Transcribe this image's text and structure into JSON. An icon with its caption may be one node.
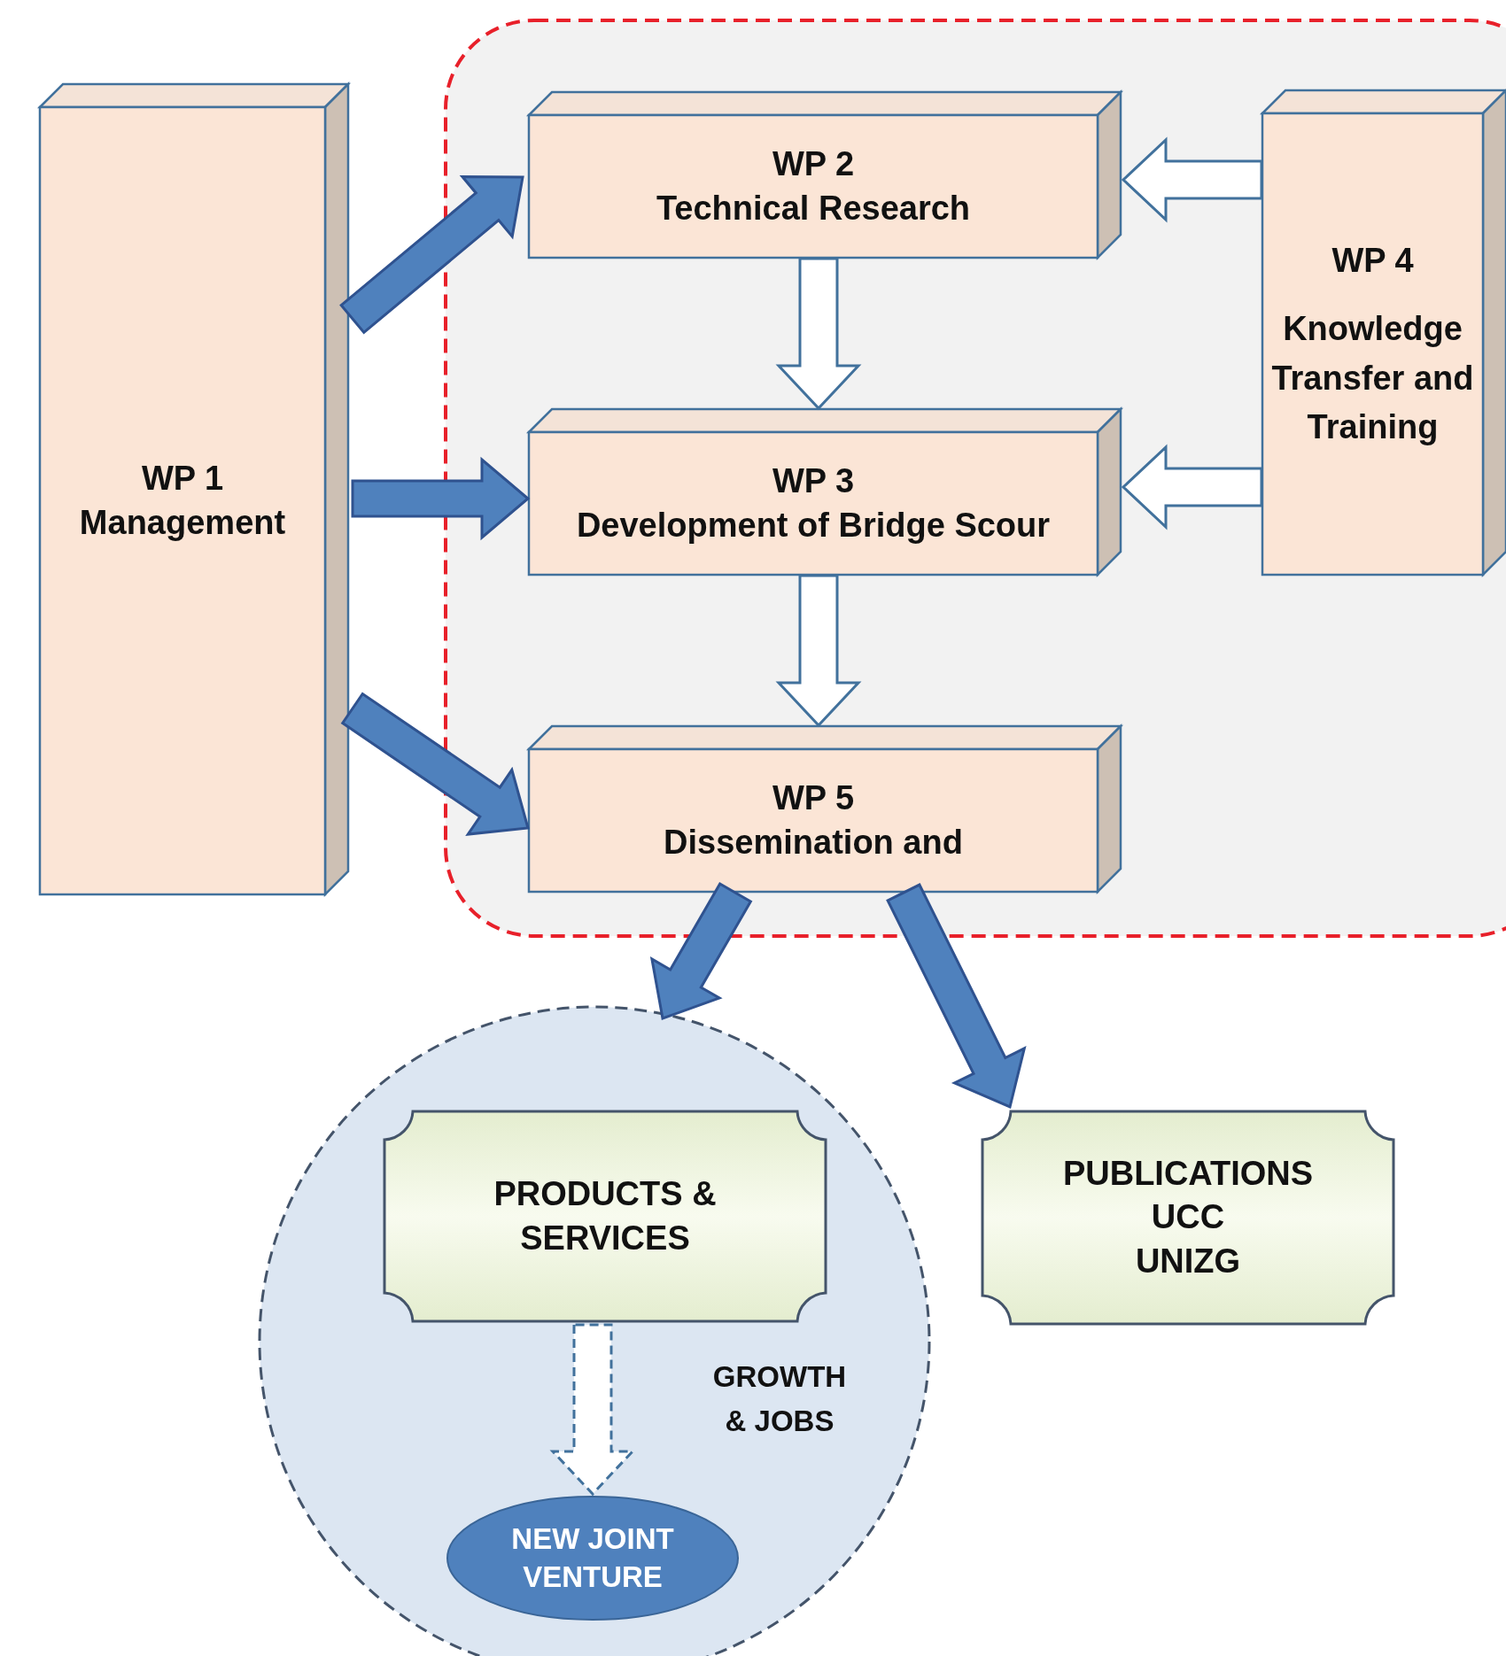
{
  "diagram": {
    "nodes": [
      {
        "text": [
          "WP 1",
          "Management"
        ]
      },
      {
        "text": [],
        "shape": "box"
      },
      {
        "text": [
          "WP 2",
          "Technical Research"
        ],
        "in": 1
      },
      {
        "text": [
          "WP 4",
          "Knowledge Transfer and Training"
        ],
        "in": 1
      },
      {
        "text": [
          "WP 3",
          "Development of Bridge Scour"
        ],
        "in": 1
      },
      {
        "text": [
          "WP 5",
          "Dissemination and"
        ],
        "in": 1
      },
      {
        "text": [],
        "shape": "circle"
      },
      {
        "text": [
          "PRODUCTS & SERVICES"
        ],
        "in": 6
      },
      {
        "text": [
          "PUBLICATIONS",
          "UCC",
          "UNIZG"
        ]
      },
      {
        "text": [
          "NEW JOINT VENTURE"
        ],
        "in": 6
      }
    ],
    "edges": [
      {
        "from": 0,
        "to": 2,
        "arrow": "to",
        "color": "#4f81bd"
      },
      {
        "from": 0,
        "to": 4,
        "arrow": "to",
        "color": "#4f81bd"
      },
      {
        "from": 0,
        "to": 5,
        "arrow": "to",
        "color": "#4f81bd"
      },
      {
        "from": 3,
        "to": 2,
        "arrow": "to"
      },
      {
        "from": 2,
        "to": 4,
        "arrow": "to"
      },
      {
        "from": 3,
        "to": 4,
        "arrow": "to"
      },
      {
        "from": 4,
        "to": 5,
        "arrow": "to"
      },
      {
        "from": 5,
        "to": 6,
        "arrow": "to",
        "color": "#4f81bd"
      },
      {
        "from": 5,
        "to": 8,
        "arrow": "to",
        "color": "#4f81bd"
      },
      {
        "from": 7,
        "to": 9,
        "arrow": "to",
        "style": "dashed"
      }
    ],
    "labels": [
      "GROWTH & JOBS"
    ]
  }
}
